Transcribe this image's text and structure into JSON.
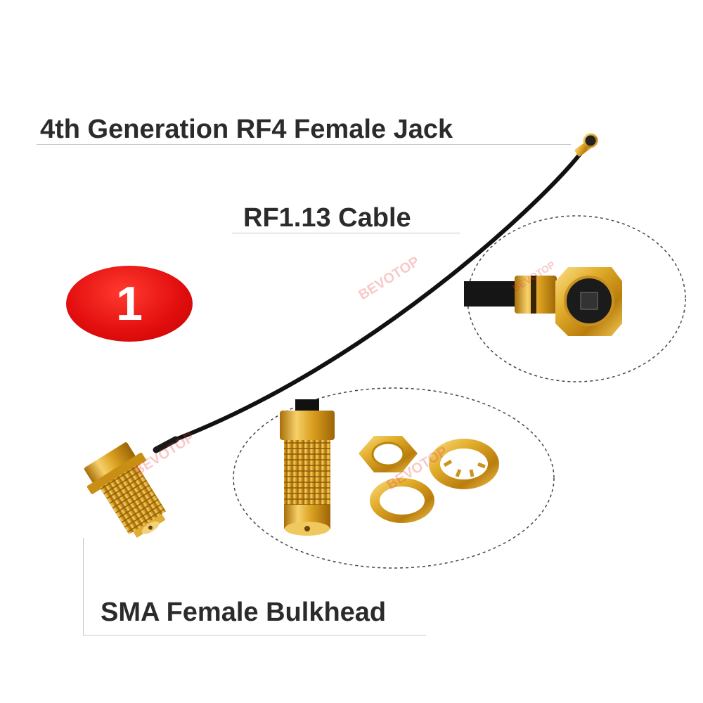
{
  "labels": {
    "connector_top": "4th Generation RF4 Female Jack",
    "cable": "RF1.13 Cable",
    "connector_bottom": "SMA Female Bulkhead"
  },
  "badge": {
    "number": "1",
    "color": "#e41010"
  },
  "watermark": "BEVOTOP",
  "colors": {
    "gold": "#d9a520",
    "cable": "#111111",
    "text": "#2b2b2b"
  }
}
